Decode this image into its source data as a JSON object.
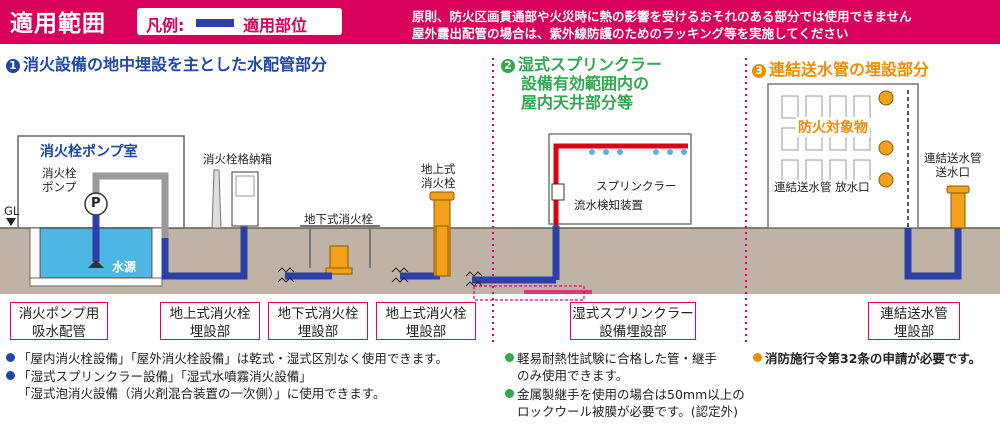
{
  "header": {
    "title": "適用範囲",
    "legend_label": "凡例:",
    "legend_text": "適用部位",
    "note1": "原則、防火区画貫通部や火災時に熱の影響を受けるおそれのある部分では使用できません",
    "note2": "屋外露出配管の場合は、紫外線防護のためのラッキング等を実施してください"
  },
  "colors": {
    "header_bg": "#d9005b",
    "pipe_blue": "#2c40a8",
    "section1": "#1f47a6",
    "section2": "#2fa84f",
    "section3": "#f08c00",
    "ground": "#bfb3a6",
    "water": "#4eb6e3",
    "hydrant": "#f3a11b",
    "red_pipe": "#e00010",
    "box_border": "#e8006a"
  },
  "sections": {
    "s1": {
      "num": "1",
      "title": "消火設備の地中埋設を主とした水配管部分"
    },
    "s2": {
      "num": "2",
      "title_lines": [
        "湿式スプリンクラー",
        "設備有効範囲内の",
        "屋内天井部分等"
      ]
    },
    "s3": {
      "num": "3",
      "title": "連結送水管の埋設部分"
    }
  },
  "labels": {
    "pump_room": "消火栓ポンプ室",
    "gl": "GL",
    "pump": [
      "消火栓",
      "ポンプ"
    ],
    "pump_symbol": "P",
    "water_source": "水源",
    "hydrant_box": "消火栓格納箱",
    "underground_hydrant": "地下式消火栓",
    "above_hydrant": [
      "地上式",
      "消火栓"
    ],
    "sprinkler": "スプリンクラー",
    "flow_detector": "流水検知装置",
    "fire_target": "防火対象物",
    "outlet": "連結送水管 放水口",
    "inlet": [
      "連結送水管",
      "送水口"
    ]
  },
  "boxes": [
    [
      "消火ポンプ用",
      "吸水配管"
    ],
    [
      "地上式消火栓",
      "埋設部"
    ],
    [
      "地下式消火栓",
      "埋設部"
    ],
    [
      "地上式消火栓",
      "埋設部"
    ],
    [
      "湿式スプリンクラー",
      "設備埋設部"
    ],
    [
      "連結送水管",
      "埋設部"
    ]
  ],
  "footnotes": {
    "s1": [
      "「屋内消火栓設備」「屋外消火栓設備」は乾式・湿式区別なく使用できます。",
      "「湿式スプリンクラー設備」「湿式水噴霧消火設備」",
      "「湿式泡消火設備（消火剤混合装置の一次側）」に使用できます。"
    ],
    "s2": [
      "軽易耐熱性試験に合格した管・継手",
      "のみ使用できます。",
      "金属製継手を使用の場合は50mm以上の",
      "ロックウール被膜が必要です。(認定外)"
    ],
    "s3": [
      "消防施行令第32条の申請が必要です。"
    ]
  }
}
